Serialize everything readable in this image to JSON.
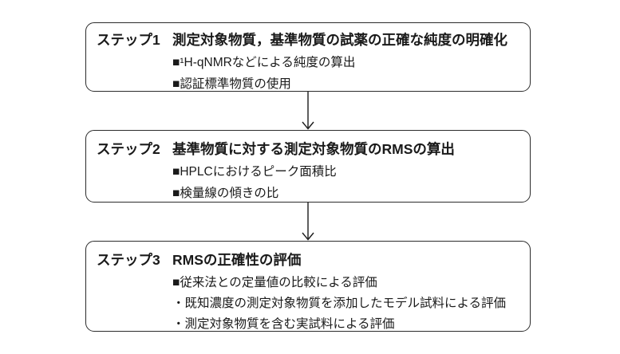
{
  "diagram": {
    "type": "flowchart",
    "direction": "top-down",
    "colors": {
      "border": "#2b2b2b",
      "text": "#1a1a1a",
      "background": "#ffffff"
    },
    "steps": [
      {
        "label": "ステップ1",
        "title": "測定対象物質，基準物質の試薬の正確な純度の明確化",
        "items": [
          "■¹H-qNMRなどによる純度の算出",
          "■認証標準物質の使用"
        ]
      },
      {
        "label": "ステップ2",
        "title": "基準物質に対する測定対象物質のRMSの算出",
        "items": [
          "■HPLCにおけるピーク面積比",
          "■検量線の傾きの比"
        ]
      },
      {
        "label": "ステップ3",
        "title": "RMSの正確性の評価",
        "items": [
          "■従来法との定量値の比較による評価",
          "・既知濃度の測定対象物質を添加したモデル試料による評価",
          "・測定対象物質を含む実試料による評価"
        ]
      }
    ]
  }
}
